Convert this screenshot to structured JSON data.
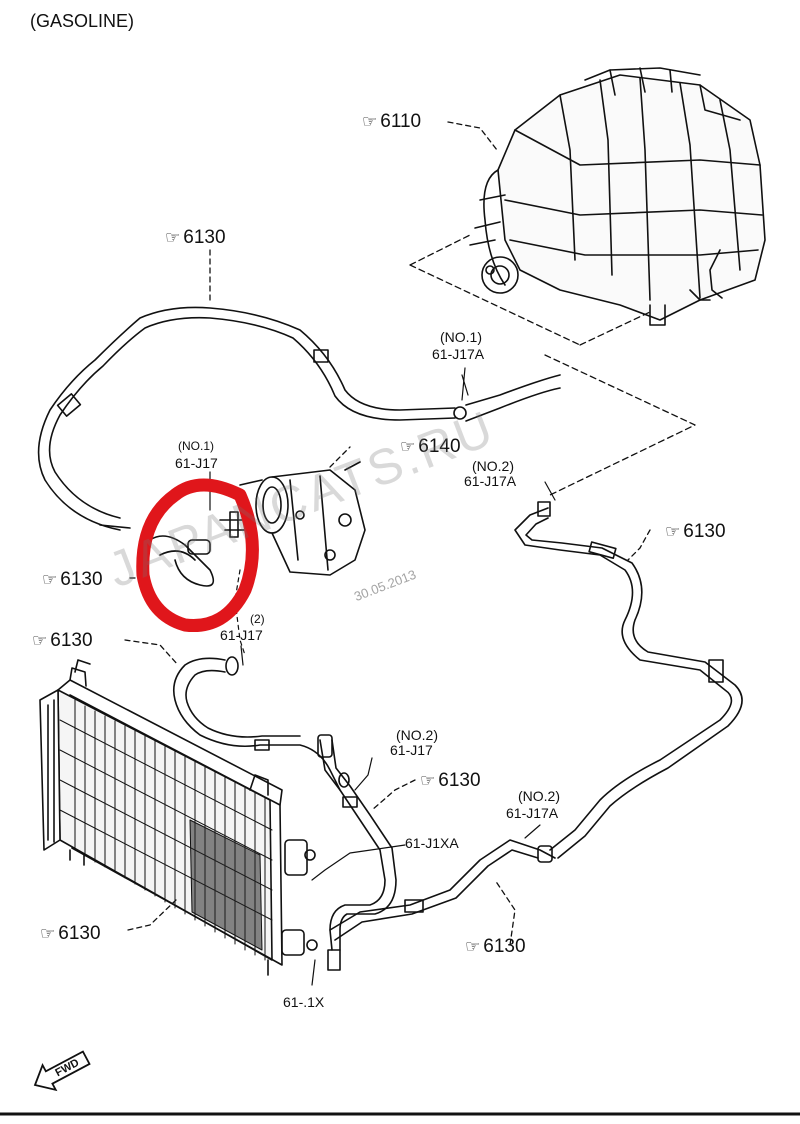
{
  "header": {
    "title": "(GASOLINE)"
  },
  "callouts": {
    "heater_unit": "6110",
    "hose_top": "6130",
    "compressor": "6140",
    "pipe_right": "6130",
    "hose_left": "6130",
    "hose_left2": "6130",
    "pipe_mid": "6130",
    "condenser": "6130",
    "pipe_lower": "6130"
  },
  "parts": {
    "oring_no1_top_tag": "(NO.1)",
    "oring_no1_top_code": "61-J17A",
    "oring_no2_right_tag": "(NO.2)",
    "oring_no2_right_code": "61-J17A",
    "oring_no1_comp_tag": "(NO.1)",
    "oring_no1_comp_code": "61-J17",
    "oring_no2_comp_tag": "(2)",
    "oring_no2_comp_code": "61-J17",
    "oring_no2_mid_tag": "(NO.2)",
    "oring_no2_mid_code": "61-J17",
    "oring_no2_low_tag": "(NO.2)",
    "oring_no2_low_code": "61-J17A",
    "oring_j1xa": "61-J1XA",
    "oring_j1x": "61-.1X"
  },
  "watermark": {
    "text": "JAPANCATS.RU",
    "date": "30.05.2013"
  },
  "icons": {
    "ref": "pointing-hand-icon",
    "fwd": "fwd-arrow-icon"
  },
  "fwd_label": "FWD",
  "highlight_color": "#e0161b"
}
